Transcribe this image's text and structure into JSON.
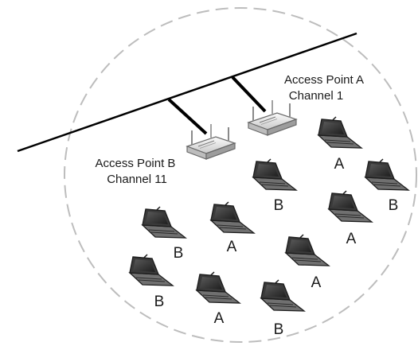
{
  "access_points": [
    {
      "id": "A",
      "name": "Access Point A",
      "channel": "Channel 1"
    },
    {
      "id": "B",
      "name": "Access Point B",
      "channel": "Channel 11"
    }
  ],
  "clients": [
    {
      "ap": "A"
    },
    {
      "ap": "B"
    },
    {
      "ap": "B"
    },
    {
      "ap": "A"
    },
    {
      "ap": "A"
    },
    {
      "ap": "B"
    },
    {
      "ap": "A"
    },
    {
      "ap": "B"
    },
    {
      "ap": "A"
    },
    {
      "ap": "B"
    }
  ]
}
